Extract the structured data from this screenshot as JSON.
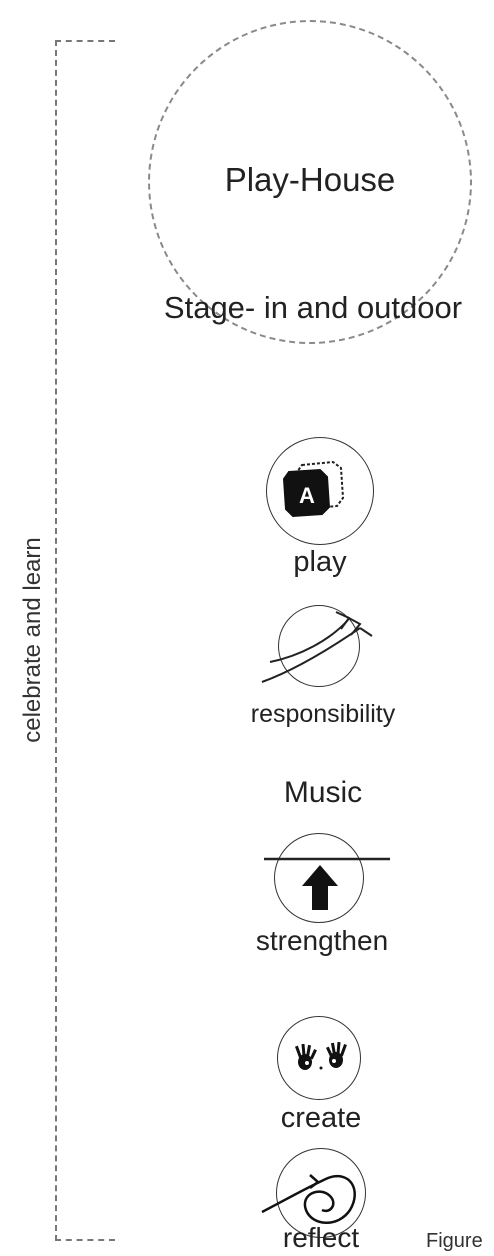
{
  "side_label": "celebrate and learn",
  "play_house": "Play-House",
  "stage_heading": "Stage- in and outdoor",
  "music_heading": "Music",
  "items": [
    {
      "label": "play",
      "icon": "stamp-a-icon"
    },
    {
      "label": "responsibility",
      "icon": "rising-arrows-icon"
    },
    {
      "label": "strengthen",
      "icon": "up-arrow-icon"
    },
    {
      "label": "create",
      "icon": "handprints-icon"
    },
    {
      "label": "reflect",
      "icon": "spiral-icon"
    }
  ],
  "figure_note": "Figure"
}
